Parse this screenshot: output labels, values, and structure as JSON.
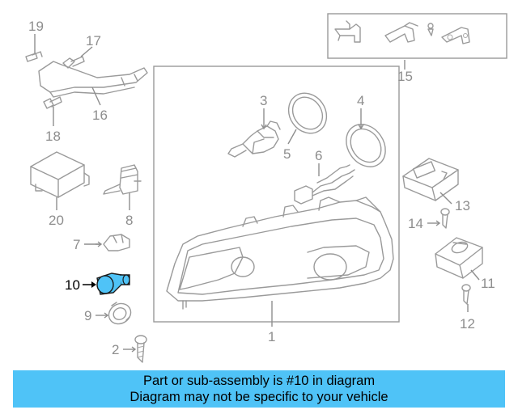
{
  "callouts": {
    "c1": "1",
    "c2": "2",
    "c3": "3",
    "c4": "4",
    "c5": "5",
    "c6": "6",
    "c7": "7",
    "c8": "8",
    "c9": "9",
    "c10": "10",
    "c11": "11",
    "c12": "12",
    "c13": "13",
    "c14": "14",
    "c15": "15",
    "c16": "16",
    "c17": "17",
    "c18": "18",
    "c19": "19",
    "c20": "20"
  },
  "highlight": {
    "part_number": "10",
    "color": "#4fc3f7"
  },
  "banner": {
    "line1": "Part or sub-assembly is #10 in diagram",
    "line2": "Diagram may not be specific to your vehicle"
  }
}
